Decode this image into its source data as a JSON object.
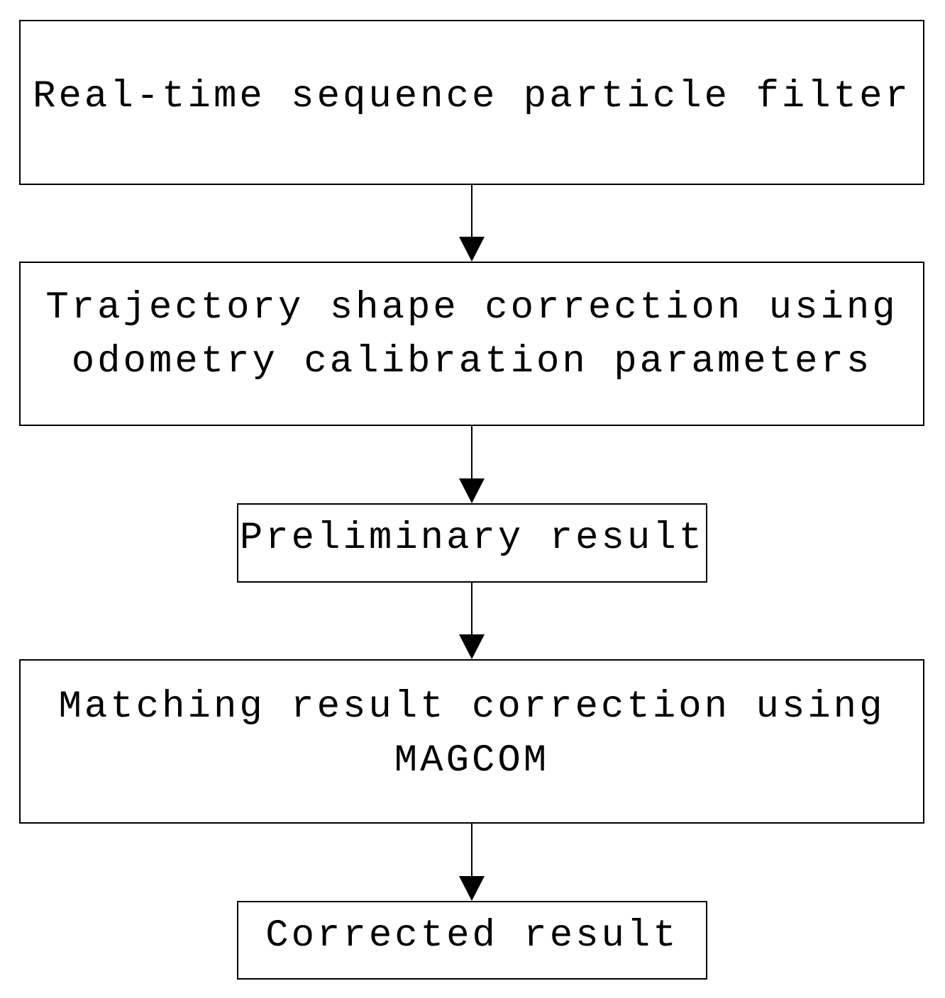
{
  "flowchart": {
    "steps": [
      {
        "lines": [
          "Real-time sequence particle filter"
        ]
      },
      {
        "lines": [
          "Trajectory shape correction using",
          "odometry calibration parameters"
        ]
      },
      {
        "lines": [
          "Preliminary result"
        ]
      },
      {
        "lines": [
          "Matching result correction using",
          "MAGCOM"
        ]
      },
      {
        "lines": [
          "Corrected result"
        ]
      }
    ]
  }
}
